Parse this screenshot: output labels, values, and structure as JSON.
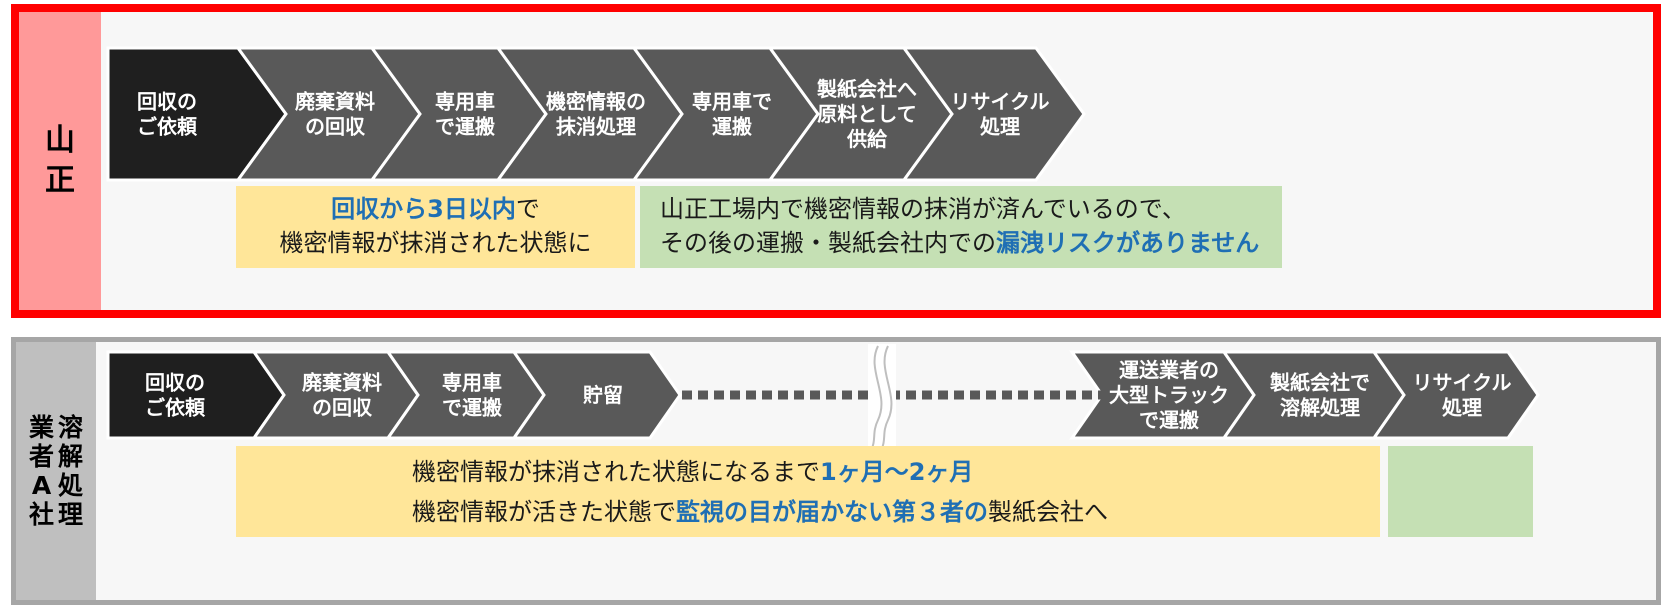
{
  "top_panel": {
    "label_chars": [
      "山",
      "正"
    ],
    "steps": [
      [
        "回収の",
        "ご依頼"
      ],
      [
        "廃棄資料",
        "の回収"
      ],
      [
        "専用車",
        "で運搬"
      ],
      [
        "機密情報の",
        "抹消処理"
      ],
      [
        "専用車で",
        "運搬"
      ],
      [
        "製紙会社へ",
        "原料として",
        "供給"
      ],
      [
        "リサイクル",
        "処理"
      ]
    ],
    "note_yellow": {
      "highlight": "回収から3日以内",
      "rest1": "で",
      "line2": "機密情報が抹消された状態に"
    },
    "note_green": {
      "line1": "山正工場内で機密情報の抹消が済んでいるので、",
      "line2_plain": "その後の運搬・製紙会社内での",
      "line2_highlight": "漏洩リスクがありません"
    }
  },
  "bottom_panel": {
    "label_col1": [
      "溶",
      "解",
      "処",
      "理"
    ],
    "label_col2": [
      "業",
      "者",
      "A",
      "社"
    ],
    "steps_left": [
      [
        "回収の",
        "ご依頼"
      ],
      [
        "廃棄資料",
        "の回収"
      ],
      [
        "専用車",
        "で運搬"
      ],
      [
        "貯留"
      ]
    ],
    "steps_right": [
      [
        "運送業者の",
        "大型トラック",
        "で運搬"
      ],
      [
        "製紙会社で",
        "溶解処理"
      ],
      [
        "リサイクル",
        "処理"
      ]
    ],
    "note_yellow": {
      "line1_plain": "機密情報が抹消された状態になるまで",
      "line1_highlight": "1ヶ月〜2ヶ月",
      "line2_plain1": "機密情報が活きた状態で",
      "line2_highlight": "監視の目が届かない第３者の",
      "line2_plain2": "製紙会社へ"
    }
  },
  "colors": {
    "first_step": "#1f1f1f",
    "step": "#595959",
    "highlight": "#1f6fb4"
  }
}
